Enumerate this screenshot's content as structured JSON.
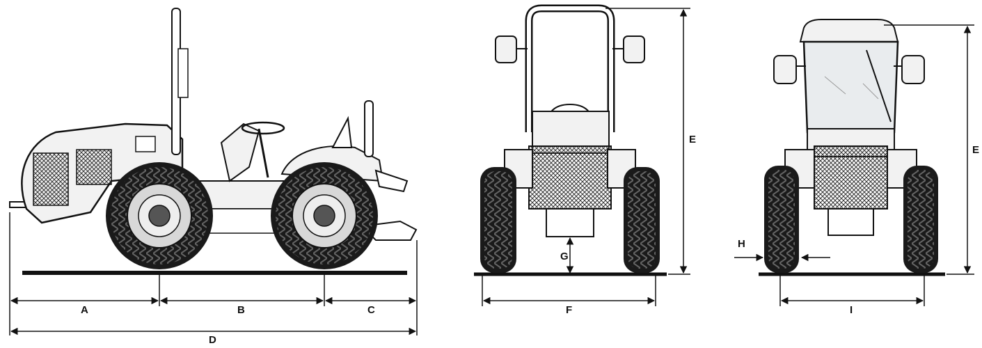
{
  "dimensions": {
    "A": "A",
    "B": "B",
    "C": "C",
    "D": "D",
    "E_roll_bar": "E",
    "E_cab": "E",
    "F": "F",
    "G": "G",
    "H": "H",
    "I": "I"
  },
  "colors": {
    "line": "#111111",
    "tire": "#1a1a1a",
    "body": "#f2f2f2",
    "glass": "#e9ecee"
  },
  "icons": [
    "side-view-tractor",
    "front-view-tractor-roll-bar",
    "front-view-tractor-cab"
  ]
}
